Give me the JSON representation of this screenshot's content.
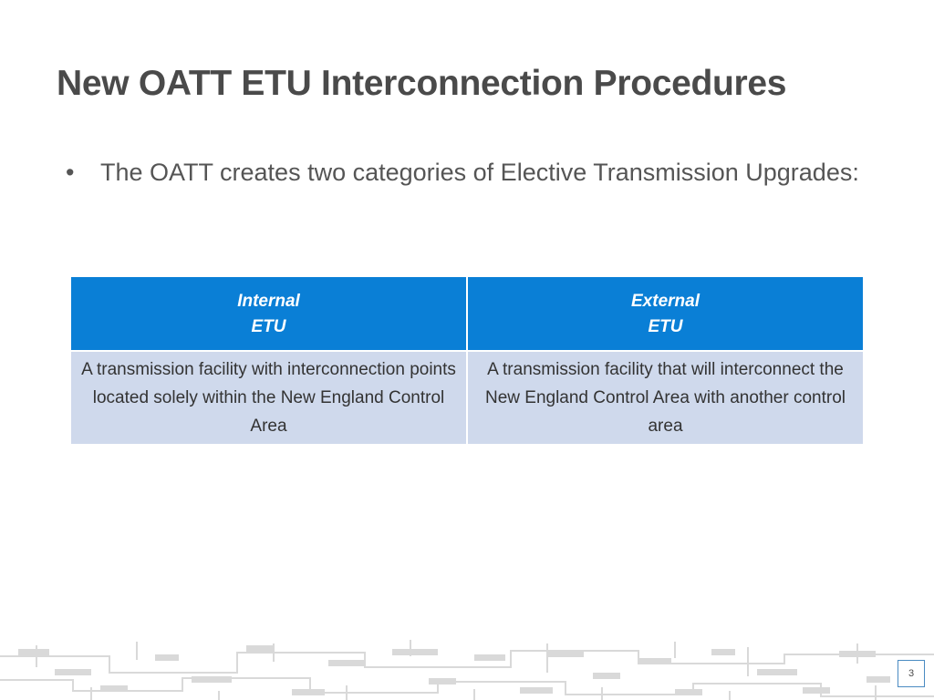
{
  "slide": {
    "title": "New OATT ETU Interconnection Procedures",
    "bullets": [
      {
        "marker": "•",
        "text": "The OATT creates two categories of Elective Transmission Upgrades:"
      }
    ],
    "table": {
      "columns": [
        {
          "header_line1": "Internal",
          "header_line2": "ETU",
          "description": "A transmission facility with interconnection points located solely within the New England Control Area"
        },
        {
          "header_line1": "External",
          "header_line2": "ETU",
          "description": "A transmission facility that will interconnect the New England Control Area with another control area"
        }
      ]
    },
    "page_number": "3",
    "colors": {
      "title": "#4a4a4a",
      "header_background": "#0a7fd6",
      "body_background": "#cfd9ec",
      "circuit_pattern": "#d9d9d9",
      "page_box_border": "#4a8bc2"
    },
    "decoration": "circuit-board-footer"
  }
}
